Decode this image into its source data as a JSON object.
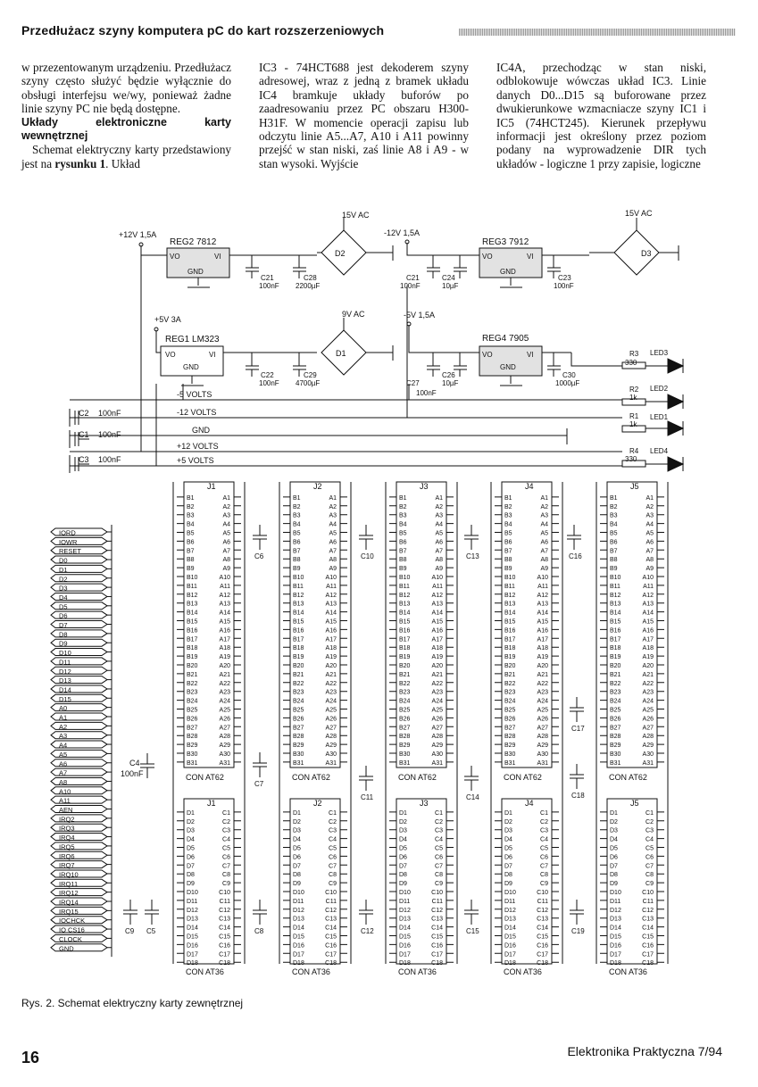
{
  "header": {
    "title": "Przedłużacz szyny komputera pC do kart rozszerzeniowych"
  },
  "columns": [
    {
      "p1": "w przezentowanym urządzeniu. Przedłużacz szyny często służyć będzie wyłącznie do obsługi interfejsu we/wy, ponieważ żadne linie szyny PC nie będą dostępne.",
      "heading": "Układy elektroniczne karty wewnętrznej",
      "p2_before": "Schemat elektryczny karty przedstawiony jest na ",
      "p2_ref": "rysunku 1",
      "p2_after": ". Układ"
    },
    {
      "text": "IC3 - 74HCT688 jest dekoderem szyny adresowej, wraz z jedną z bramek układu IC4 bramkuje układy buforów po zaadresowaniu przez PC obszaru H300-H31F. W momencie operacji zapisu lub odczytu linie A5...A7, A10 i A11 powinny przejść w stan niski, zaś linie A8 i A9 - w stan wysoki. Wyjście"
    },
    {
      "text": "IC4A, przechodząc w stan niski, odblokowuje wówczas układ IC3. Linie danych D0...D15 są buforowane przez dwukierunkowe wzmacniacze szyny IC1 i IC5 (74HCT245). Kierunek przepływu informacji jest określony przez poziom podany na wyprowadzenie DIR tych układów - logiczne 1 przy zapisie, logiczne"
    }
  ],
  "schematic": {
    "power": {
      "v12": "+12V 1,5A",
      "vm12": "-12V 1,5A",
      "v5": "+5V 3A",
      "vm5": "-5V 1,5A",
      "ac15a": "15V AC",
      "ac15b": "15V AC",
      "ac9": "9V AC",
      "reg2": "REG2 7812",
      "reg3": "REG3 7912",
      "reg1": "REG1 LM323",
      "reg4": "REG4 7905",
      "vo": "VO",
      "vi": "VI",
      "gnd": "GND",
      "d1": "D1",
      "d2": "D2",
      "d3": "D3",
      "c21a": "C21",
      "c21b": "100nF",
      "c28a": "C28",
      "c28b": "2200µF",
      "c21c": "C21",
      "c21d": "100nF",
      "c24a": "C24",
      "c24b": "10µF",
      "c23a": "C23",
      "c23b": "100nF",
      "c22a": "C22",
      "c22b": "100nF",
      "c29a": "C29",
      "c29b": "4700µF",
      "c26a": "C26",
      "c26b": "10µF",
      "c27": "C27",
      "c27b": "100nF",
      "c30a": "C30",
      "c30b": "1000µF",
      "r3": "R3",
      "r3v": "330",
      "r2": "R2",
      "r2v": "1k",
      "r1": "R1",
      "r1v": "1k",
      "r4": "R4",
      "r4v": "330",
      "led3": "LED3",
      "led2": "LED2",
      "led1": "LED1",
      "led4": "LED4"
    },
    "rails": [
      "-5 VOLTS",
      "-12 VOLTS",
      "GND",
      "+12 VOLTS",
      "+5 VOLTS"
    ],
    "decoupling": [
      {
        "name": "C2",
        "value": "100nF"
      },
      {
        "name": "C1",
        "value": "100nF"
      },
      {
        "name": "C3",
        "value": "100nF"
      }
    ],
    "signals": [
      "IORD",
      "IOWR",
      "RESET",
      "D0",
      "D1",
      "D2",
      "D3",
      "D4",
      "D5",
      "D6",
      "D7",
      "D8",
      "D9",
      "D10",
      "D11",
      "D12",
      "D13",
      "D14",
      "D15",
      "A0",
      "A1",
      "A2",
      "A3",
      "A4",
      "A5",
      "A6",
      "A7",
      "A8",
      "A10",
      "A11",
      "AEN",
      "IRQ2",
      "IRQ3",
      "IRQ4",
      "IRQ5",
      "IRQ6",
      "IRQ7",
      "IRQ10",
      "IRQ11",
      "IRQ12",
      "IRQ14",
      "IRQ15",
      "IOCHCK",
      "IO CS16",
      "CLOCK",
      "GND"
    ],
    "connectors": [
      "J1",
      "J2",
      "J3",
      "J4",
      "J5"
    ],
    "at62_label": "CON AT62",
    "at36_label": "CON AT36",
    "caps_upper": [
      "C6",
      "C10",
      "C13",
      "C16"
    ],
    "caps_lower": [
      "C7",
      "C11",
      "C14",
      "C18",
      "C17"
    ],
    "caps_bottom": [
      "C9",
      "C5",
      "C8",
      "C12",
      "C15",
      "C19"
    ],
    "c4": {
      "name": "C4",
      "value": "100nF"
    }
  },
  "caption": "Rys. 2. Schemat elektryczny karty zewnętrznej",
  "footer": {
    "page": "16",
    "journal": "Elektronika Praktyczna 7/94"
  }
}
